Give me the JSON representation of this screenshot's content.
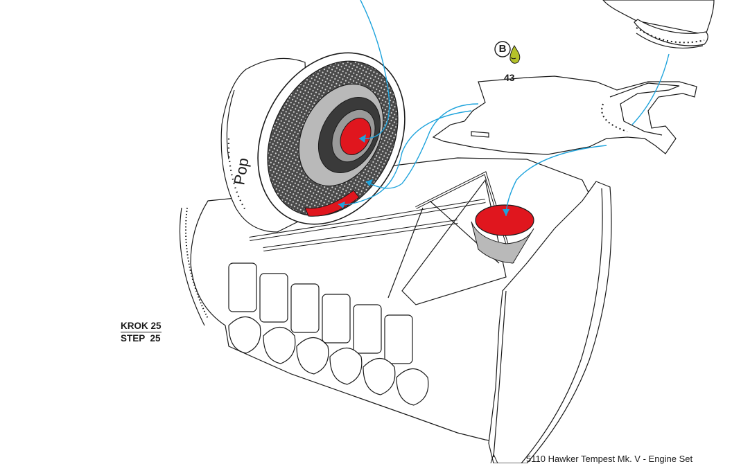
{
  "step": {
    "krok_label": "KROK 25",
    "step_label": "STEP  25"
  },
  "callout": {
    "letter": "B",
    "part_number": "43",
    "icon": "paint-drop-icon",
    "drop_color": "#b5c22a"
  },
  "footer": {
    "title": "5110 Hawker Tempest Mk. V - Engine Set"
  },
  "colors": {
    "arrow": "#1ea3dc",
    "highlight": "#e0161e",
    "line": "#1a1a1a",
    "grey": "#b9b9b9",
    "grille": "#3a3a3a"
  }
}
